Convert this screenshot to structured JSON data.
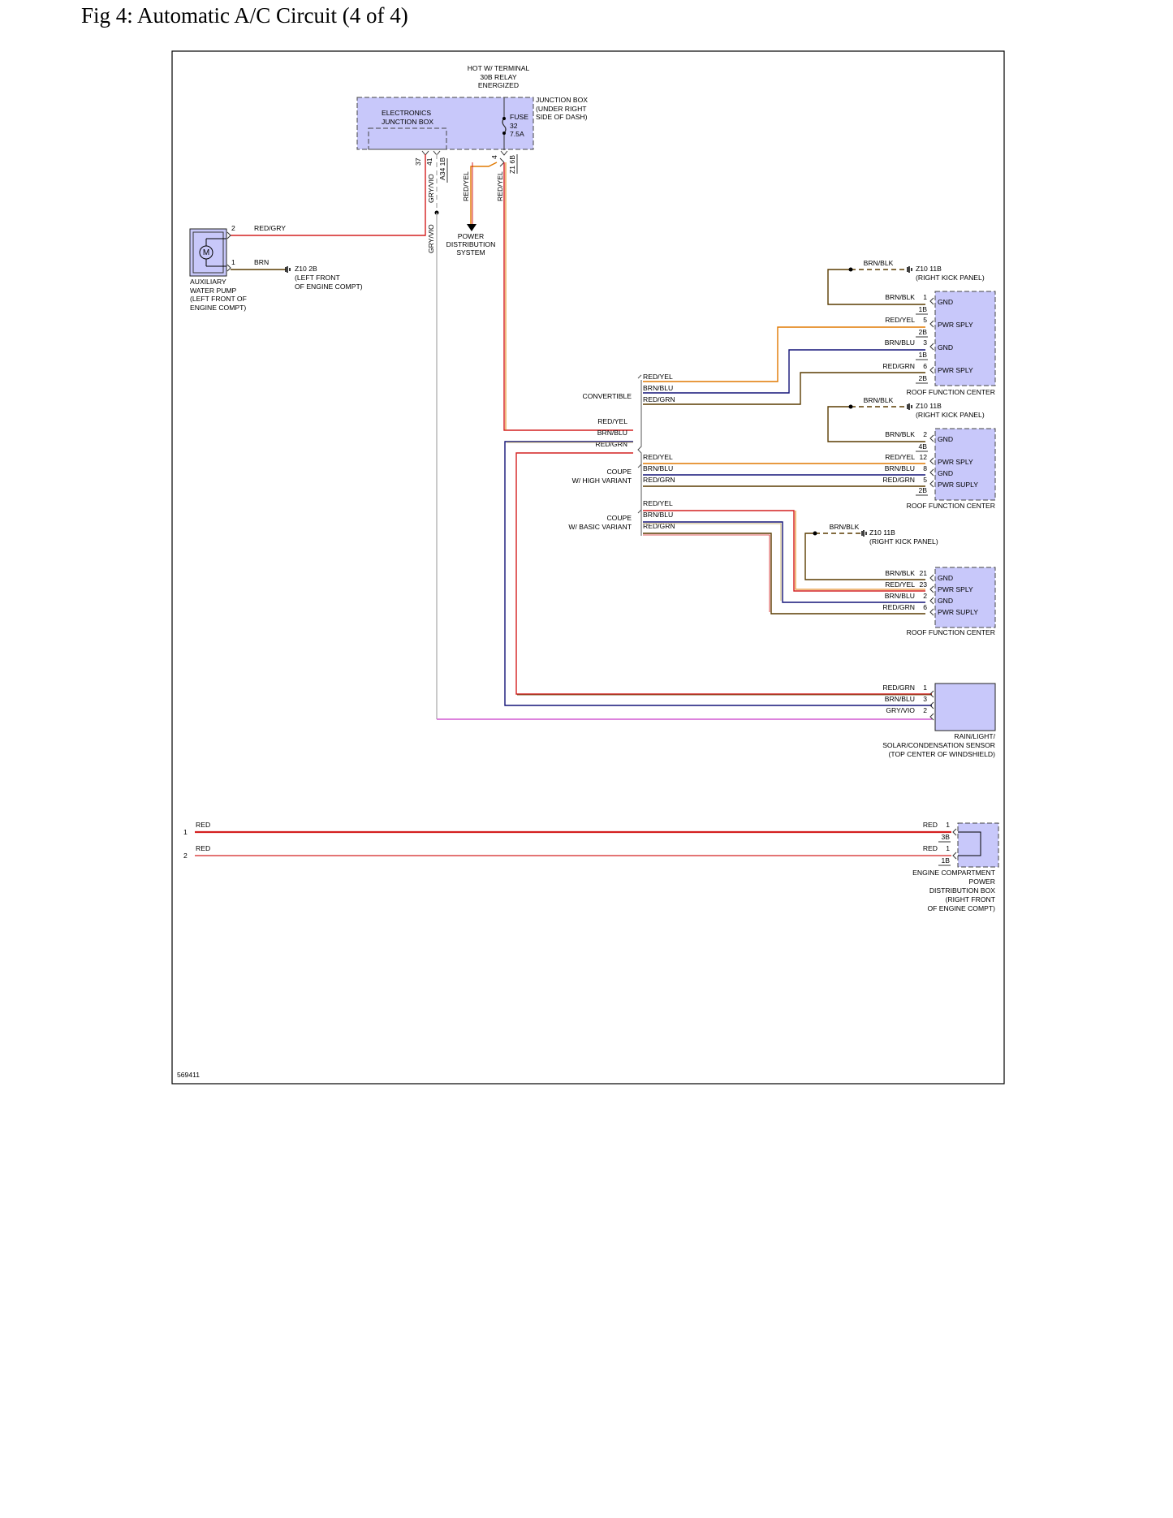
{
  "title": "Fig 4: Automatic A/C Circuit (4 of 4)",
  "figure_id": "569411",
  "colors": {
    "red": "#d42020",
    "orange": "#e07800",
    "brown": "#5a3c00",
    "blue": "#141478",
    "gray": "#b4b4b4",
    "violet": "#d25ad2",
    "tan": "#c8b478",
    "component_fill": "#c8c8fa"
  },
  "top": {
    "hot_label": [
      "HOT W/ TERMINAL",
      "30B RELAY",
      "ENERGIZED"
    ],
    "electronics_box": [
      "ELECTRONICS",
      "JUNCTION BOX"
    ],
    "fuse": [
      "FUSE",
      "32",
      "7.5A"
    ],
    "junction_box": [
      "JUNCTION BOX",
      "(UNDER RIGHT",
      "SIDE OF DASH)"
    ],
    "pins": {
      "p37": "37",
      "p41": "41",
      "a34": "A34 1B",
      "p4": "4",
      "z16": "Z1 6B"
    },
    "wire_gryvio": "GRY/VIO",
    "wire_redyel": "RED/YEL",
    "wire_redyel2": "RED/YEL",
    "power_dist": [
      "POWER",
      "DISTRIBUTION",
      "SYSTEM"
    ]
  },
  "pump": {
    "motor": "M",
    "pin2": "2",
    "pin1": "1",
    "wire_top": "RED/GRY",
    "wire_bottom": "BRN",
    "ground": [
      "Z10 2B",
      "(LEFT FRONT",
      "OF ENGINE COMPT)"
    ],
    "label": [
      "AUXILIARY",
      "WATER PUMP",
      "(LEFT FRONT OF",
      "ENGINE COMPT)"
    ]
  },
  "variants": {
    "convertible": "CONVERTIBLE",
    "coupe_high": [
      "COUPE",
      "W/ HIGH VARIANT"
    ],
    "coupe_basic": [
      "COUPE",
      "W/ BASIC VARIANT"
    ],
    "source_wires": [
      "RED/YEL",
      "BRN/BLU",
      "RED/GRN"
    ]
  },
  "rfc1": {
    "ground_wire": "BRN/BLK",
    "ground": [
      "Z10 11B",
      "(RIGHT KICK PANEL)"
    ],
    "branch_wires": [
      "RED/YEL",
      "BRN/BLU",
      "RED/GRN"
    ],
    "rows": [
      {
        "wire": "BRN/BLK",
        "pin": "1",
        "conn": "1B",
        "func": "GND"
      },
      {
        "wire": "RED/YEL",
        "pin": "5",
        "conn": "2B",
        "func": "PWR SPLY"
      },
      {
        "wire": "BRN/BLU",
        "pin": "3",
        "conn": "1B",
        "func": "GND"
      },
      {
        "wire": "RED/GRN",
        "pin": "6",
        "conn": "2B",
        "func": "PWR SPLY"
      }
    ],
    "label": "ROOF FUNCTION CENTER"
  },
  "rfc2": {
    "ground_wire": "BRN/BLK",
    "ground": [
      "Z10 11B",
      "(RIGHT KICK PANEL)"
    ],
    "branch_wires": [
      "RED/YEL",
      "BRN/BLU",
      "RED/GRN"
    ],
    "rows": [
      {
        "wire": "BRN/BLK",
        "pin": "2",
        "conn": "4B",
        "func": "GND"
      },
      {
        "wire": "RED/YEL",
        "pin": "12",
        "conn": "",
        "func": "PWR SPLY"
      },
      {
        "wire": "BRN/BLU",
        "pin": "8",
        "conn": "",
        "func": "GND"
      },
      {
        "wire": "RED/GRN",
        "pin": "5",
        "conn": "2B",
        "func": "PWR SUPLY"
      }
    ],
    "label": "ROOF FUNCTION CENTER"
  },
  "rfc3": {
    "ground_wire": "BRN/BLK",
    "ground": [
      "Z10 11B",
      "(RIGHT KICK PANEL)"
    ],
    "branch_wires": [
      "RED/YEL",
      "BRN/BLU",
      "RED/GRN"
    ],
    "rows": [
      {
        "wire": "BRN/BLK",
        "pin": "21",
        "func": "GND"
      },
      {
        "wire": "RED/YEL",
        "pin": "23",
        "func": "PWR SPLY"
      },
      {
        "wire": "BRN/BLU",
        "pin": "2",
        "func": "GND"
      },
      {
        "wire": "RED/GRN",
        "pin": "6",
        "func": "PWR SUPLY"
      }
    ],
    "label": "ROOF FUNCTION CENTER"
  },
  "sensor": {
    "rows": [
      {
        "wire": "RED/GRN",
        "pin": "1"
      },
      {
        "wire": "BRN/BLU",
        "pin": "3"
      },
      {
        "wire": "GRY/VIO",
        "pin": "2"
      }
    ],
    "label": [
      "RAIN/LIGHT/",
      "SOLAR/CONDENSATION SENSOR",
      "(TOP CENTER OF WINDSHIELD)"
    ]
  },
  "engine_box": {
    "left": [
      {
        "num": "1",
        "wire": "RED"
      },
      {
        "num": "2",
        "wire": "RED"
      }
    ],
    "rows": [
      {
        "wire": "RED",
        "pin": "1",
        "conn": "3B"
      },
      {
        "wire": "RED",
        "pin": "1",
        "conn": "1B"
      }
    ],
    "label": [
      "ENGINE COMPARTMENT",
      "POWER",
      "DISTRIBUTION BOX",
      "(RIGHT FRONT",
      "OF ENGINE COMPT)"
    ]
  }
}
